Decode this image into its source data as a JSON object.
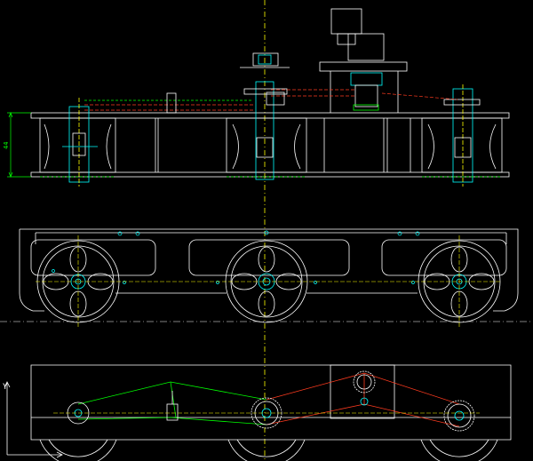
{
  "app": {
    "background": "#000000",
    "ucs_y_label": "Y",
    "dimension_text": "44"
  },
  "colors": {
    "outline": "#ffffff",
    "centerline": "#ffff00",
    "cyan": "#00ffff",
    "green": "#00ff00",
    "red": "#ff3b1f",
    "dim": "#00ff00",
    "hatch": "#00ff00"
  },
  "views": [
    {
      "id": "top-section-view",
      "caption": ""
    },
    {
      "id": "side-elevation-view",
      "caption": ""
    },
    {
      "id": "drive-train-view",
      "caption": ""
    }
  ]
}
